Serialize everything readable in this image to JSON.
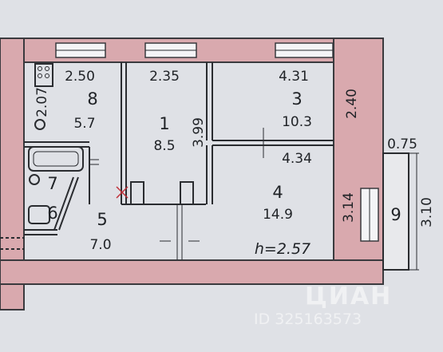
{
  "rooms": [
    {
      "number": "1",
      "area": "8.5"
    },
    {
      "number": "3",
      "area": "10.3"
    },
    {
      "number": "4",
      "area": "14.9"
    },
    {
      "number": "5",
      "area": "7.0"
    },
    {
      "number": "6"
    },
    {
      "number": "7"
    },
    {
      "number": "8",
      "area": "5.7"
    },
    {
      "number": "9"
    }
  ],
  "dimensions": {
    "r8_width": "2.50",
    "r8_depth": "2.07",
    "r1_width": "2.35",
    "r1_depth": "3.99",
    "r3_width": "4.31",
    "r3_depth": "2.40",
    "r4_width": "4.34",
    "r4_depth": "3.14",
    "balcony_depth": "0.75",
    "balcony_length": "3.10",
    "ceiling_height": "h=2.57"
  },
  "watermark": {
    "brand": "ЦИАН",
    "id": "ID 325163573"
  },
  "colors": {
    "background": "#dfe1e6",
    "wall_fill": "#d9a9ae",
    "line": "#2a2c30"
  }
}
